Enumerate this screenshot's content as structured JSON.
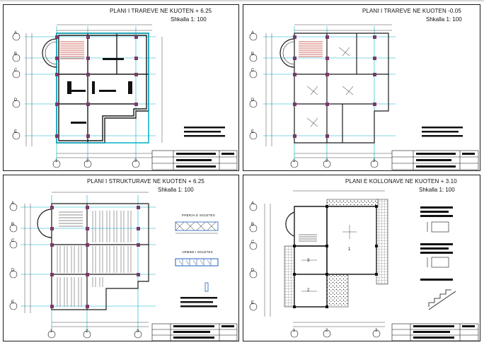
{
  "colors": {
    "ink": "#111111",
    "axis": "#00b0c8",
    "wall": "#1a1a1a",
    "column": "#7a3a6a",
    "stair": "#c0392b",
    "slab": "#1f5fbf"
  },
  "sheets": [
    {
      "title": "PLANI I TRAREVE NE KUOTEN + 6.25",
      "scale": "Shkalla 1: 100"
    },
    {
      "title": "PLANI I TRAREVE NE KUOTEN -0.05",
      "scale": "Shkalla 1: 100"
    },
    {
      "title": "PLANI I STRUKTURAVE NE KUOTEN + 6.25",
      "scale": "Shkalla 1: 100",
      "details": [
        "PRERJA E SOLETES",
        "ARMIMI I SOLETES"
      ]
    },
    {
      "title": "PLANI E KOLLONAVE NE KUOTEN + 3.10",
      "scale": "Shkalla 1: 100",
      "rooms": [
        "1",
        "2",
        "3"
      ]
    }
  ],
  "grid": {
    "columns": [
      "1",
      "2",
      "3"
    ],
    "rows": [
      "A",
      "B",
      "C",
      "D",
      "E"
    ]
  }
}
